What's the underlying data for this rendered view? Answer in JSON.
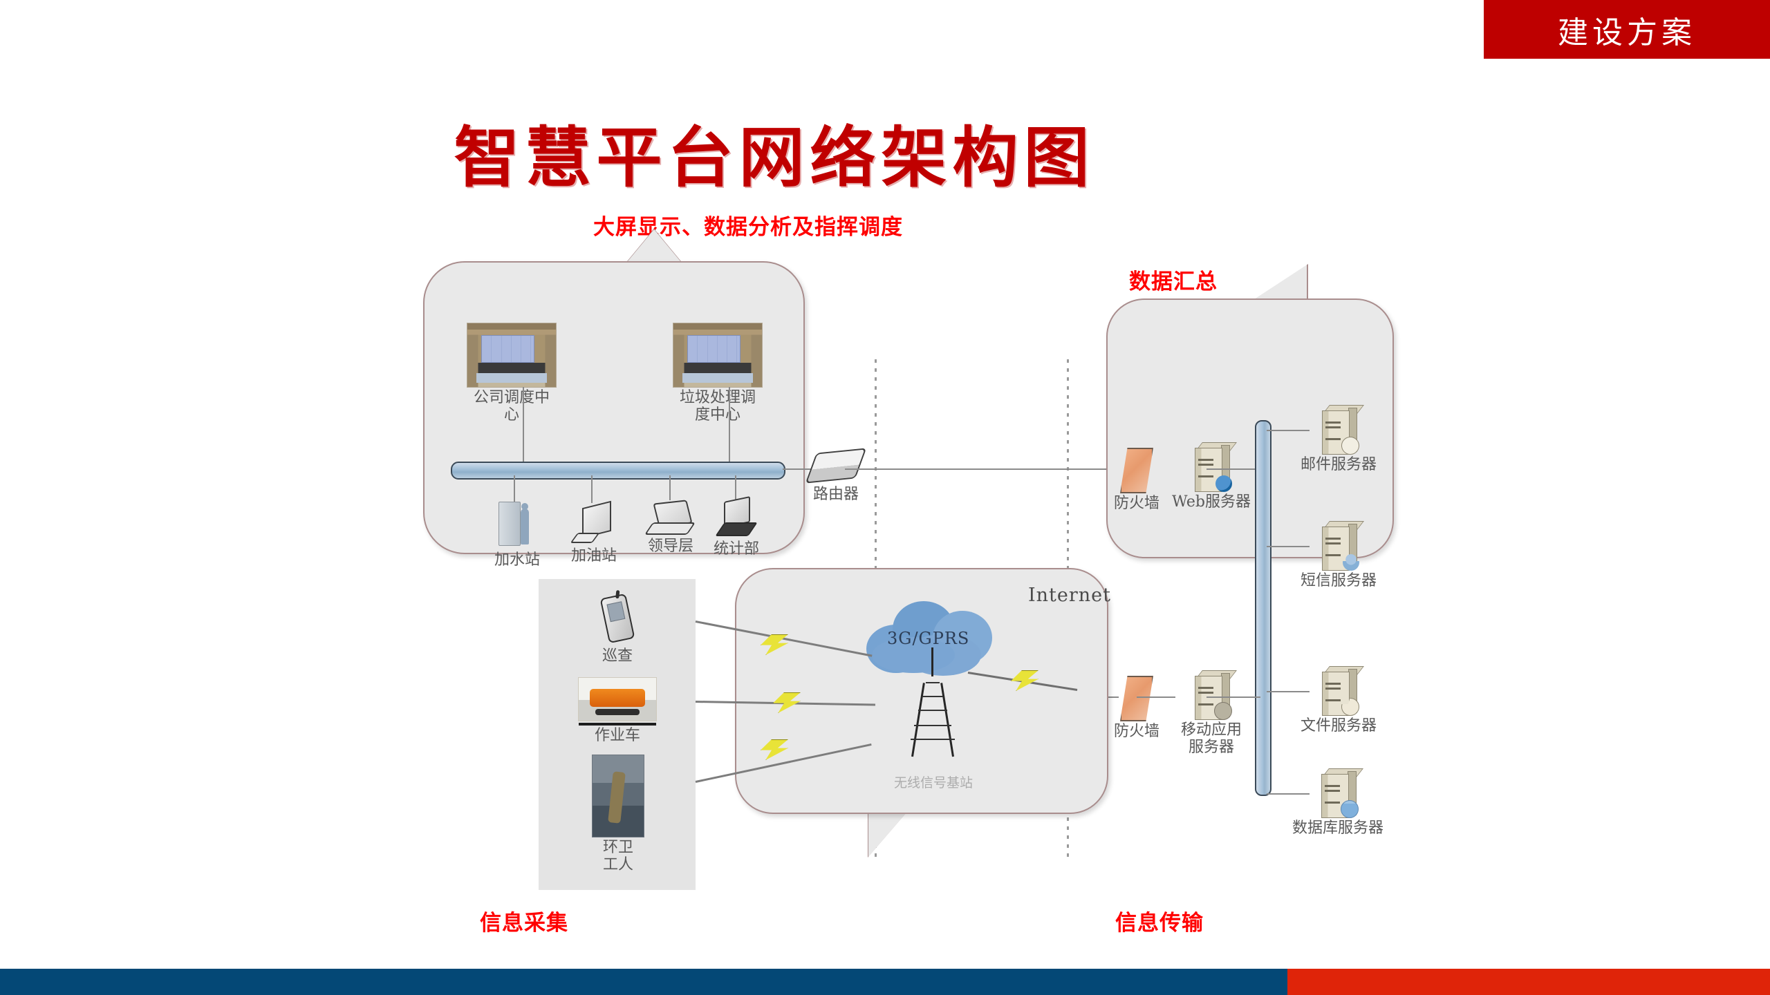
{
  "header": {
    "banner_label": "建设方案"
  },
  "title": "智慧平台网络架构图",
  "annotations": {
    "big_screen": "大屏显示、数据分析及指挥调度",
    "data_summary": "数据汇总",
    "info_collection": "信息采集",
    "info_transmission": "信息传输"
  },
  "left_panel": {
    "centers": [
      {
        "label": "公司调度中\n心",
        "icon": "control-room-photo"
      },
      {
        "label": "垃圾处理调\n度中心",
        "icon": "control-room-photo"
      }
    ],
    "endpoints": [
      {
        "label": "加水站",
        "icon": "water-station-icon"
      },
      {
        "label": "加油站",
        "icon": "fuel-station-icon"
      },
      {
        "label": "领导层",
        "icon": "laptop-icon"
      },
      {
        "label": "统计部",
        "icon": "workstation-icon"
      }
    ],
    "bus": "network-bus-bar"
  },
  "router": {
    "label": "路由器",
    "icon": "router-icon"
  },
  "internet": {
    "label": "Internet",
    "cloud_label": "3G/GPRS",
    "base_station_label": "无线信号基站"
  },
  "field_devices": [
    {
      "label": "巡查",
      "icon": "mobile-phone-icon"
    },
    {
      "label": "作业车",
      "icon": "work-truck-photo"
    },
    {
      "label": "环卫\n工人",
      "icon": "sanitation-worker-photo"
    }
  ],
  "dmz": [
    {
      "label": "防火墙",
      "icon": "firewall-icon"
    },
    {
      "label": "Web服务器",
      "icon": "web-server-icon"
    },
    {
      "label": "防火墙",
      "icon": "firewall-icon"
    },
    {
      "label": "移动应用\n服务器",
      "icon": "mobile-app-server-icon"
    }
  ],
  "servers": [
    {
      "label": "邮件服务器",
      "icon": "mail-server-icon"
    },
    {
      "label": "短信服务器",
      "icon": "sms-server-icon"
    },
    {
      "label": "文件服务器",
      "icon": "file-server-icon"
    },
    {
      "label": "数据库服务器",
      "icon": "database-server-icon"
    }
  ],
  "colors": {
    "brand_red": "#C00000",
    "banner_red": "#BE0000",
    "annotation_red": "#FF0000",
    "footer_blue": "#044876",
    "footer_red": "#DF2409",
    "panel_fill": "#E9E9E9",
    "panel_border": "#A98D8D",
    "bus_blue": "#9FBDD6",
    "cloud_blue": "#76A3D2"
  }
}
